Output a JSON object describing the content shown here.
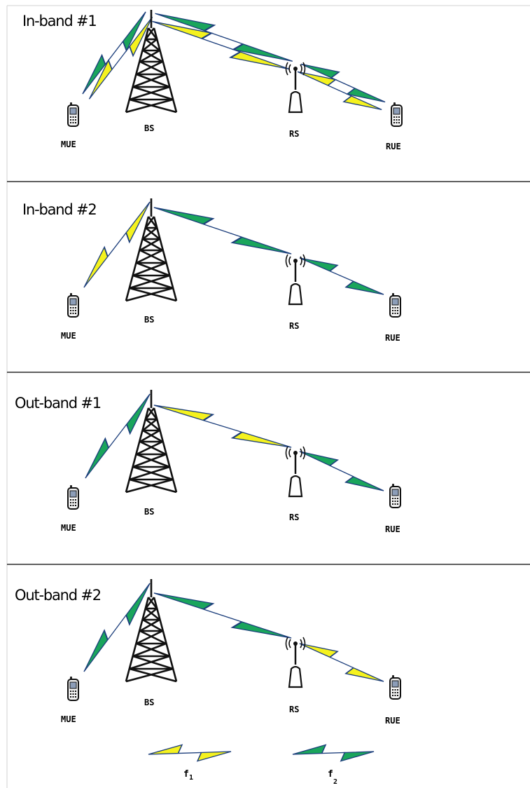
{
  "panels": [
    {
      "title": "In-band #1",
      "labels": {
        "mue": "MUE",
        "bs": "BS",
        "rs": "RS",
        "rue": "RUE"
      },
      "links": {
        "access": [
          "f1",
          "f2"
        ],
        "backhaul": [
          "f1",
          "f2"
        ],
        "relay": [
          "f1",
          "f2"
        ]
      }
    },
    {
      "title": "In-band #2",
      "labels": {
        "mue": "MUE",
        "bs": "BS",
        "rs": "RS",
        "rue": "RUE"
      },
      "links": {
        "access": [
          "f1"
        ],
        "backhaul": [
          "f2"
        ],
        "relay": [
          "f2"
        ]
      }
    },
    {
      "title": "Out-band #1",
      "labels": {
        "mue": "MUE",
        "bs": "BS",
        "rs": "RS",
        "rue": "RUE"
      },
      "links": {
        "access": [
          "f2"
        ],
        "backhaul": [
          "f1"
        ],
        "relay": [
          "f2"
        ]
      }
    },
    {
      "title": "Out-band #2",
      "labels": {
        "mue": "MUE",
        "bs": "BS",
        "rs": "RS",
        "rue": "RUE"
      },
      "links": {
        "access": [
          "f2"
        ],
        "backhaul": [
          "f2"
        ],
        "relay": [
          "f1"
        ]
      }
    }
  ],
  "legend": [
    {
      "symbol": "f",
      "subscript": "1",
      "color": "#f5f21e"
    },
    {
      "symbol": "f",
      "subscript": "2",
      "color": "#1aa55c"
    }
  ],
  "colors": {
    "f1": "#f5f21e",
    "f2": "#1aa55c",
    "outline": "#1d3f7c",
    "divider": "#000000"
  }
}
